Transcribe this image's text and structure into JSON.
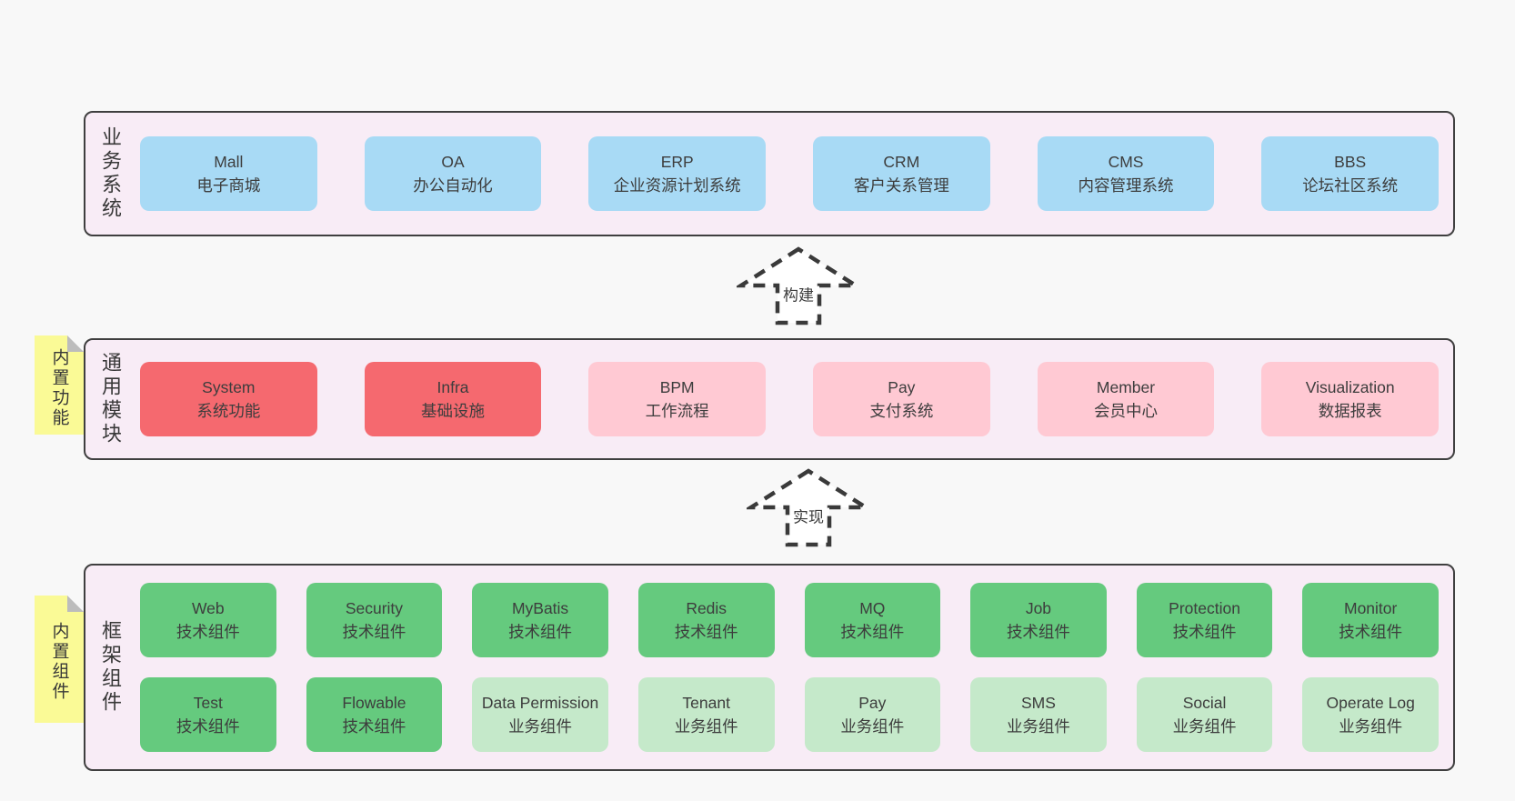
{
  "colors": {
    "page_bg": "#f8f8f8",
    "container_bg": "#f8ecf6",
    "container_border": "#3f3f3f",
    "blue": "#a8daf5",
    "red": "#f5696f",
    "pink": "#ffc9d3",
    "green_dark": "#65ca7e",
    "green_light": "#c5e9ca",
    "sticky_yellow": "#fafa96",
    "sticky_fold": "#bcbcbc",
    "arrow_stroke": "#3a3a3a",
    "arrow_fill": "#ffffff",
    "text": "#3d3d3d"
  },
  "sections": {
    "business": {
      "label": "业务系统",
      "boxes": [
        {
          "name": "Mall",
          "desc": "电子商城"
        },
        {
          "name": "OA",
          "desc": "办公自动化"
        },
        {
          "name": "ERP",
          "desc": "企业资源计划系统"
        },
        {
          "name": "CRM",
          "desc": "客户关系管理"
        },
        {
          "name": "CMS",
          "desc": "内容管理系统"
        },
        {
          "name": "BBS",
          "desc": "论坛社区系统"
        }
      ]
    },
    "arrow_build": {
      "label": "构建"
    },
    "common": {
      "label": "通用模块",
      "sticky": "内置功能",
      "boxes": [
        {
          "name": "System",
          "desc": "系统功能",
          "variant": "red"
        },
        {
          "name": "Infra",
          "desc": "基础设施",
          "variant": "red"
        },
        {
          "name": "BPM",
          "desc": "工作流程",
          "variant": "pink"
        },
        {
          "name": "Pay",
          "desc": "支付系统",
          "variant": "pink"
        },
        {
          "name": "Member",
          "desc": "会员中心",
          "variant": "pink"
        },
        {
          "name": "Visualization",
          "desc": "数据报表",
          "variant": "pink"
        }
      ]
    },
    "arrow_implement": {
      "label": "实现"
    },
    "framework": {
      "label": "框架组件",
      "sticky": "内置组件",
      "rows": [
        [
          {
            "name": "Web",
            "desc": "技术组件",
            "variant": "green-dark"
          },
          {
            "name": "Security",
            "desc": "技术组件",
            "variant": "green-dark"
          },
          {
            "name": "MyBatis",
            "desc": "技术组件",
            "variant": "green-dark"
          },
          {
            "name": "Redis",
            "desc": "技术组件",
            "variant": "green-dark"
          },
          {
            "name": "MQ",
            "desc": "技术组件",
            "variant": "green-dark"
          },
          {
            "name": "Job",
            "desc": "技术组件",
            "variant": "green-dark"
          },
          {
            "name": "Protection",
            "desc": "技术组件",
            "variant": "green-dark"
          },
          {
            "name": "Monitor",
            "desc": "技术组件",
            "variant": "green-dark"
          }
        ],
        [
          {
            "name": "Test",
            "desc": "技术组件",
            "variant": "green-dark"
          },
          {
            "name": "Flowable",
            "desc": "技术组件",
            "variant": "green-dark"
          },
          {
            "name": "Data Permission",
            "desc": "业务组件",
            "variant": "green-light"
          },
          {
            "name": "Tenant",
            "desc": "业务组件",
            "variant": "green-light"
          },
          {
            "name": "Pay",
            "desc": "业务组件",
            "variant": "green-light"
          },
          {
            "name": "SMS",
            "desc": "业务组件",
            "variant": "green-light"
          },
          {
            "name": "Social",
            "desc": "业务组件",
            "variant": "green-light"
          },
          {
            "name": "Operate Log",
            "desc": "业务组件",
            "variant": "green-light"
          }
        ]
      ]
    }
  }
}
